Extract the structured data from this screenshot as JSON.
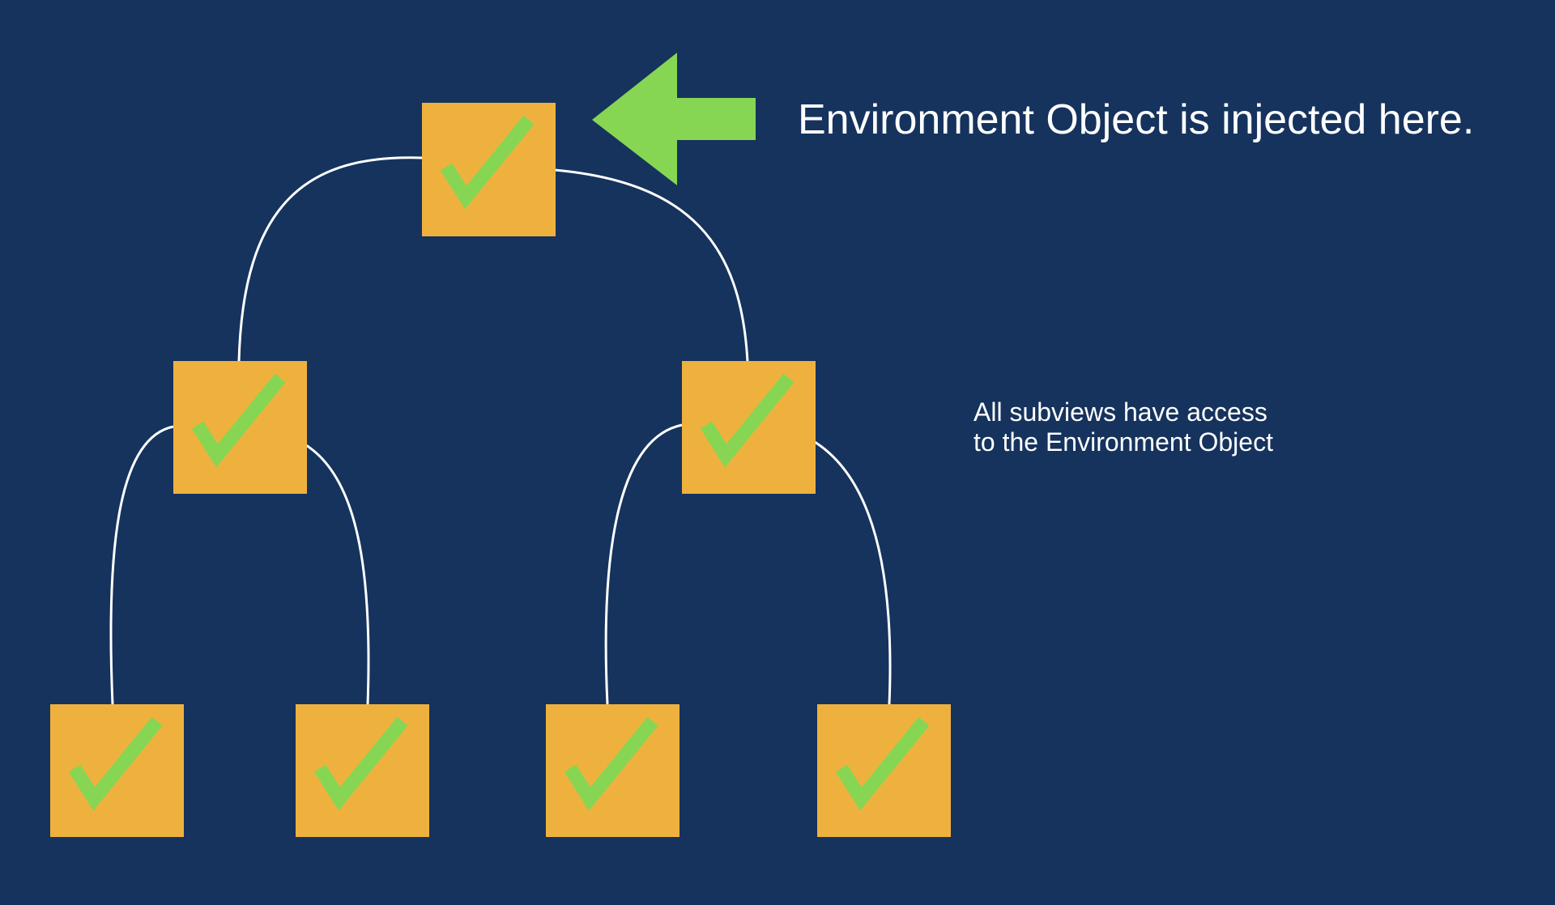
{
  "diagram": {
    "injection_label": "Environment Object is injected here.",
    "subviews_note": {
      "line1": "All subviews have access",
      "line2": "to the Environment Object"
    }
  },
  "colors": {
    "background": "#15335d",
    "node_fill": "#efb13e",
    "check_color": "#86d654",
    "arrow_color": "#86d654",
    "connector_color": "#ffffff",
    "text_color": "#ffffff"
  },
  "icons": {
    "node_icon": "checkmark-icon",
    "pointer_icon": "left-arrow-icon"
  }
}
